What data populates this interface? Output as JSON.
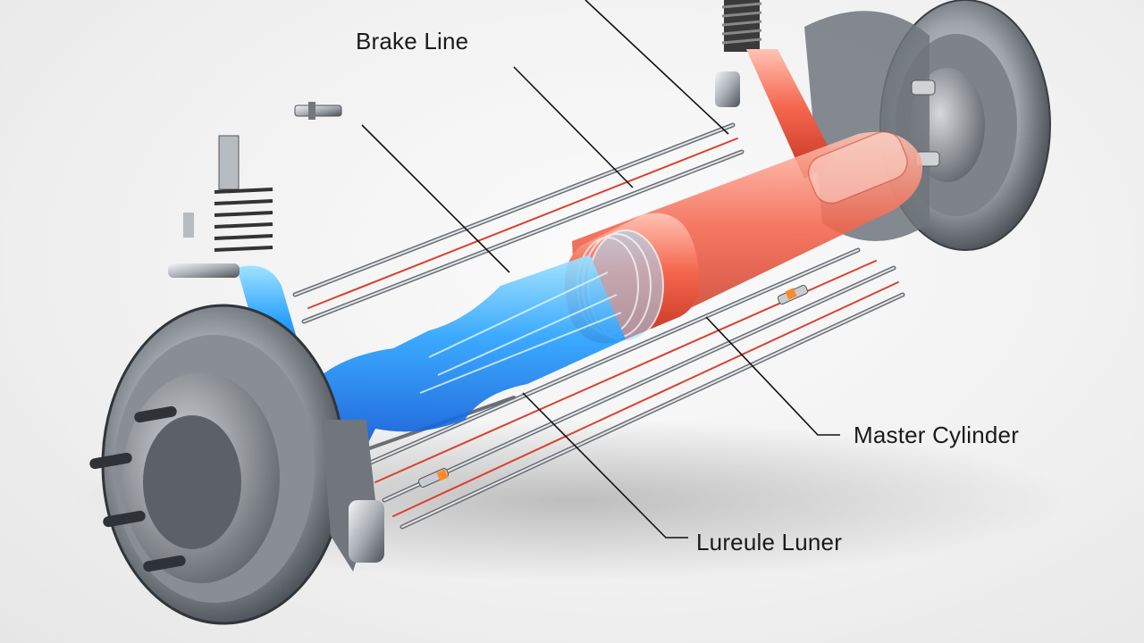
{
  "labels": {
    "brake_line": "Brake Line",
    "master_cylinder": "Master Cylinder",
    "third": "Lureule Luner"
  },
  "colors": {
    "background": "#f2f2f2",
    "blue_fluid": "#1e88e5",
    "red_fluid": "#ef5a44",
    "steel": "#9ea4aa",
    "dark_steel": "#4a4f55",
    "callout_line": "#111111"
  }
}
